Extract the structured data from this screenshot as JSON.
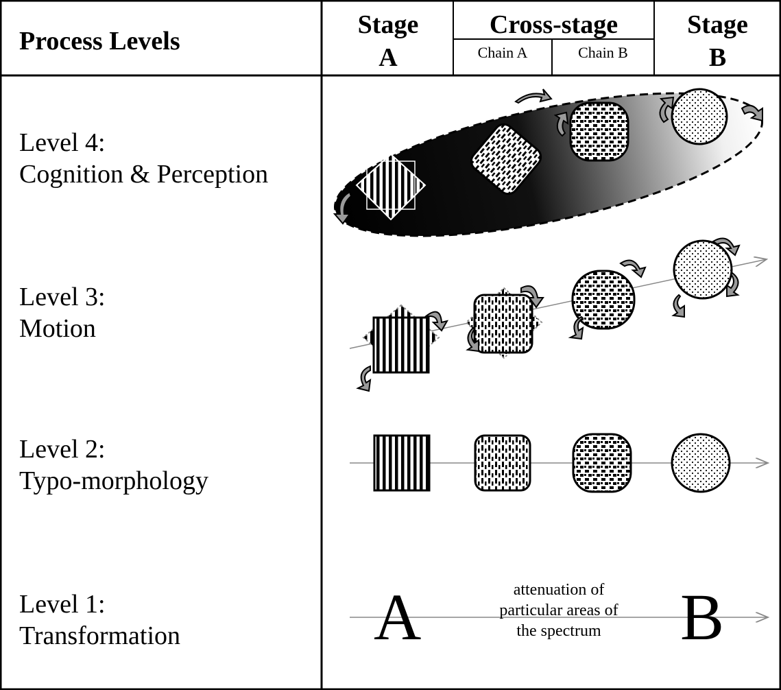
{
  "header": {
    "process_levels": "Process Levels",
    "stage_a_top": "Stage",
    "stage_a_bottom": "A",
    "cross_stage": "Cross-stage",
    "chain_a": "Chain A",
    "chain_b": "Chain B",
    "stage_b_top": "Stage",
    "stage_b_bottom": "B"
  },
  "levels": [
    {
      "title": "Level 4:",
      "name": "Cognition & Perception"
    },
    {
      "title": "Level 3:",
      "name": "Motion"
    },
    {
      "title": "Level 2:",
      "name": "Typo-morphology"
    },
    {
      "title": "Level 1:",
      "name": "Transformation"
    }
  ],
  "level1": {
    "letter_a": "A",
    "letter_b": "B",
    "note_line1": "attenuation of",
    "note_line2": "particular areas of",
    "note_line3": "the spectrum"
  },
  "colors": {
    "line": "#000000",
    "arrow_fill": "#9a9a9a",
    "axis": "#888888"
  }
}
